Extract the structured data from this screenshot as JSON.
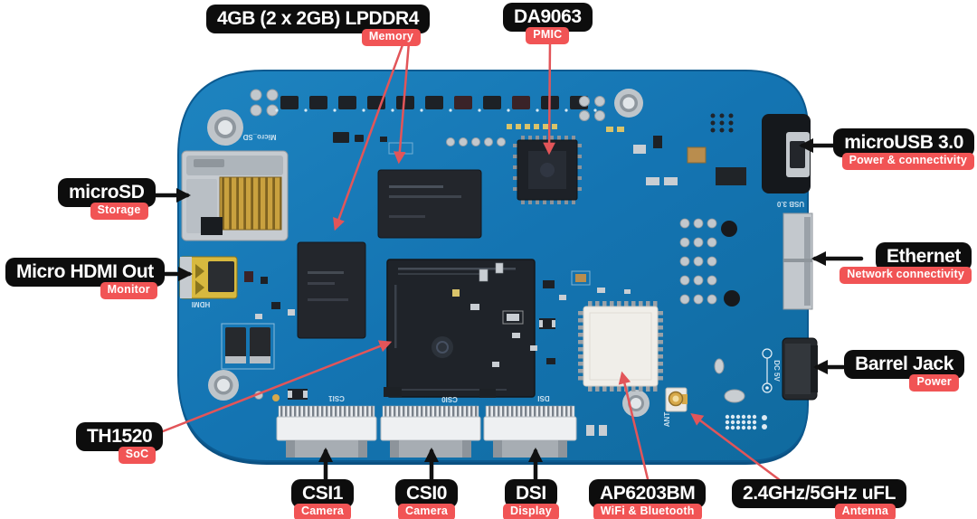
{
  "callouts": {
    "memory": {
      "title": "4GB (2 x 2GB) LPDDR4",
      "tag": "Memory"
    },
    "pmic": {
      "title": "DA9063",
      "tag": "PMIC"
    },
    "microusb": {
      "title": "microUSB 3.0",
      "tag": "Power & connectivity"
    },
    "ethernet": {
      "title": "Ethernet",
      "tag": "Network connectivity"
    },
    "barrel": {
      "title": "Barrel Jack",
      "tag": "Power"
    },
    "microsd": {
      "title": "microSD",
      "tag": "Storage"
    },
    "hdmi": {
      "title": "Micro HDMI Out",
      "tag": "Monitor"
    },
    "soc": {
      "title": "TH1520",
      "tag": "SoC"
    },
    "csi1": {
      "title": "CSI1",
      "tag": "Camera"
    },
    "csi0": {
      "title": "CSI0",
      "tag": "Camera"
    },
    "dsi": {
      "title": "DSI",
      "tag": "Display"
    },
    "wifi": {
      "title": "AP6203BM",
      "tag": "WiFi & Bluetooth"
    },
    "ufl": {
      "title": "2.4GHz/5GHz uFL",
      "tag": "Antenna"
    }
  },
  "silkscreen": {
    "microsd": "Micro_SD",
    "hdmi": "HDMI",
    "usb": "USB 3.0",
    "dc": "DC 5V",
    "ant": "ANT",
    "csi1": "CSI1",
    "csi0": "CSI0",
    "dsi": "DSI"
  },
  "colors": {
    "background": "#ffffff",
    "pcb_blue": "#1474b2",
    "pcb_edge": "#0b5183",
    "label_bg": "#0d0d0d",
    "label_text": "#ffffff",
    "tag_bg": "#f15455",
    "tag_text": "#ffffff",
    "arrow_red": "#e25559",
    "arrow_black": "#111111",
    "chip_dark": "#22262c",
    "connector_silver": "#c4c9ce",
    "hdmi_gold": "#d8b93f",
    "wifi_module_white": "#f0eee9",
    "gold_pin": "#c9a13f"
  }
}
